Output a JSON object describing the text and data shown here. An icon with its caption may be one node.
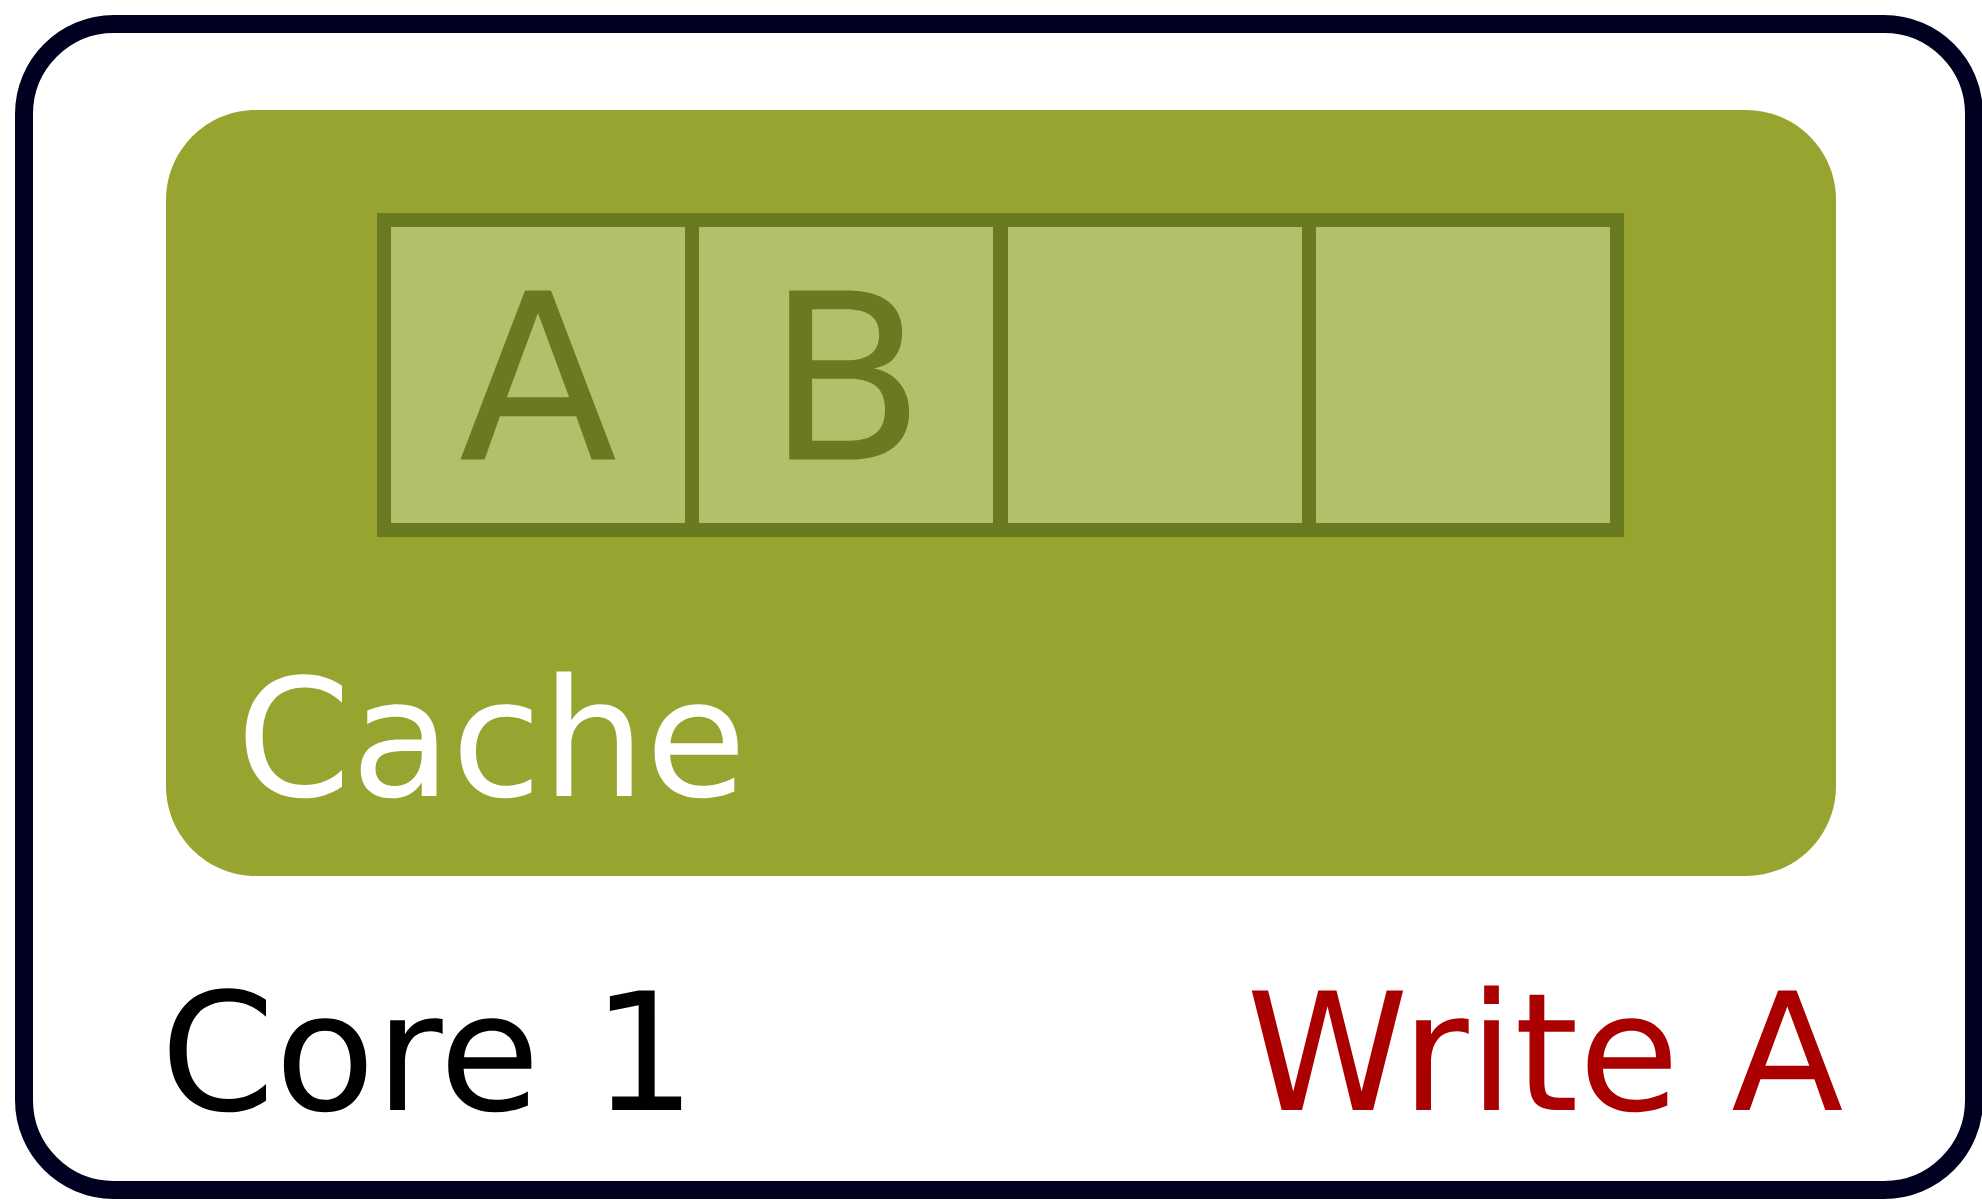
{
  "diagram": {
    "nodes": [
      {
        "text": [
          "Core 1",
          "Write A"
        ]
      },
      {
        "text": [
          "Cache"
        ],
        "in": 0
      },
      {
        "text": [
          "A"
        ],
        "in": 1
      },
      {
        "text": [
          "B"
        ],
        "in": 1
      },
      {
        "text": [],
        "shape": "box",
        "in": 1
      },
      {
        "text": [],
        "shape": "box",
        "in": 1
      }
    ]
  }
}
